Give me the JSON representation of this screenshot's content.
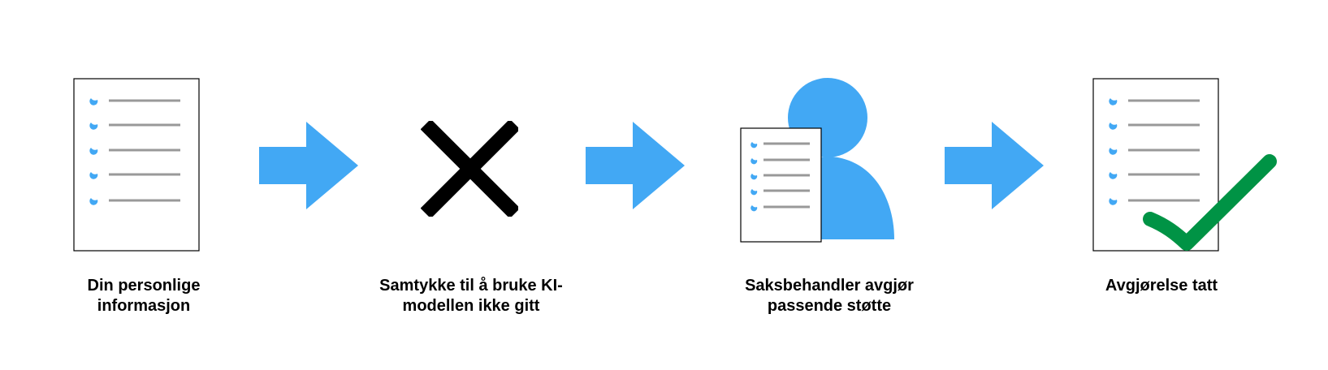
{
  "colors": {
    "accent": "#42a8f4",
    "check": "#009345",
    "line": "#999999",
    "cross": "#000000"
  },
  "icons": {
    "step1": "document-icon",
    "arrow1": "arrow-right-icon",
    "step2": "cross-icon",
    "arrow2": "arrow-right-icon",
    "step3": "caseworker-with-document-icon",
    "arrow3": "arrow-right-icon",
    "step4": "document-checkmark-icon"
  },
  "steps": [
    {
      "line1": "Din personlige",
      "line2": "informasjon"
    },
    {
      "line1": "Samtykke til å bruke KI-",
      "line2": "modellen ikke gitt"
    },
    {
      "line1": "Saksbehandler avgjør",
      "line2": "passende støtte"
    },
    {
      "line1": "Avgjørelse tatt",
      "line2": ""
    }
  ]
}
